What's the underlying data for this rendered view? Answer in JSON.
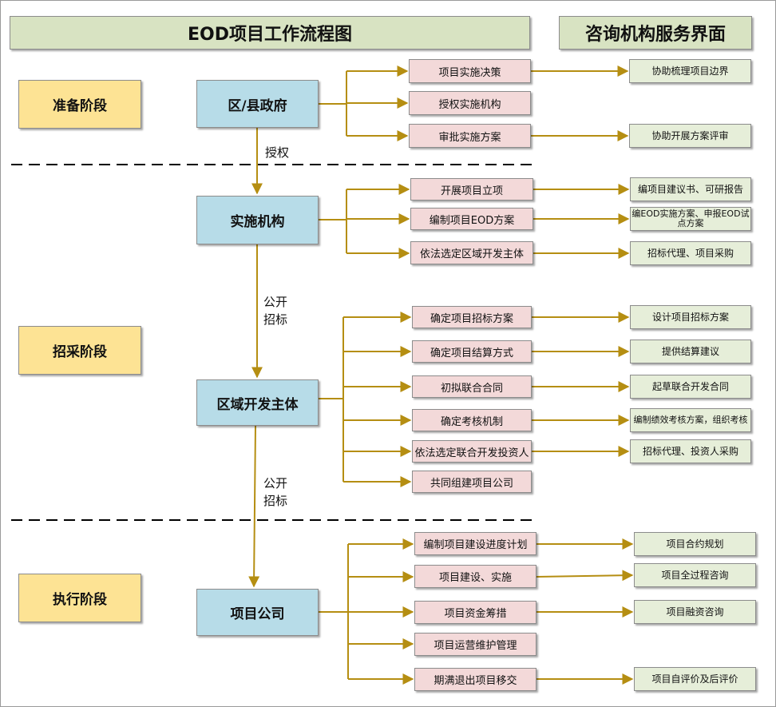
{
  "header": {
    "main_title": "EOD项目工作流程图",
    "side_title": "咨询机构服务界面"
  },
  "phases": {
    "prep": "准备阶段",
    "procure": "招采阶段",
    "exec": "执行阶段"
  },
  "actors": {
    "gov": "区/县政府",
    "impl": "实施机构",
    "dev": "区域开发主体",
    "co": "项目公司"
  },
  "edge_labels": {
    "authorize": "授权",
    "tender1_line1": "公开",
    "tender1_line2": "招标",
    "tender2_line1": "公开",
    "tender2_line2": "招标"
  },
  "gov": {
    "tasks": [
      "项目实施决策",
      "授权实施机构",
      "审批实施方案"
    ],
    "services": [
      "协助梳理项目边界",
      "协助开展方案评审"
    ]
  },
  "impl": {
    "tasks": [
      "开展项目立项",
      "编制项目EOD方案",
      "依法选定区域开发主体"
    ],
    "services": [
      "编项目建议书、可研报告",
      "编EOD实施方案、申报EOD试点方案",
      "招标代理、项目采购"
    ]
  },
  "dev": {
    "tasks": [
      "确定项目招标方案",
      "确定项目结算方式",
      "初拟联合合同",
      "确定考核机制",
      "依法选定联合开发投资人",
      "共同组建项目公司"
    ],
    "services": [
      "设计项目招标方案",
      "提供结算建议",
      "起草联合开发合同",
      "编制绩效考核方案，组织考核",
      "招标代理、投资人采购"
    ]
  },
  "co": {
    "tasks": [
      "编制项目建设进度计划",
      "项目建设、实施",
      "项目资金筹措",
      "项目运营维护管理",
      "期满退出项目移交"
    ],
    "services": [
      "项目合约规划",
      "项目全过程咨询",
      "项目融资咨询",
      "项目自评价及后评价"
    ]
  },
  "colors": {
    "title_fill": "#d8e3c2",
    "phase_fill": "#fde394",
    "actor_fill": "#b7dce8",
    "task_fill": "#f3d9d9",
    "service_fill": "#e6eed9",
    "connector": "#b58e12"
  }
}
